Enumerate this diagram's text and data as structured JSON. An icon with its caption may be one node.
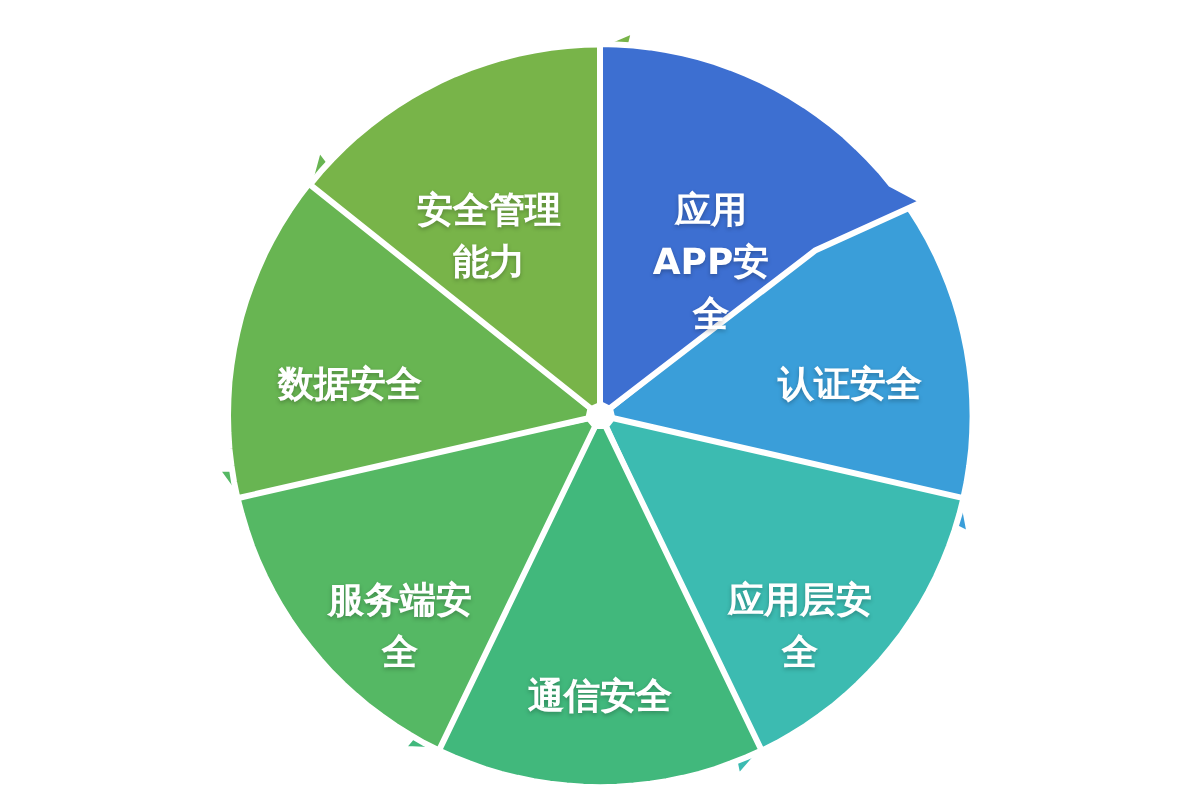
{
  "diagram": {
    "nodes": [
      {
        "text": [
          "应用APP安全"
        ]
      },
      {
        "text": [
          "认证安全"
        ]
      },
      {
        "text": [
          "应用层安全"
        ]
      },
      {
        "text": [
          "通信安全"
        ]
      },
      {
        "text": [
          "服务端安全"
        ]
      },
      {
        "text": [
          "数据安全"
        ]
      },
      {
        "text": [
          "安全管理能力"
        ]
      }
    ]
  }
}
